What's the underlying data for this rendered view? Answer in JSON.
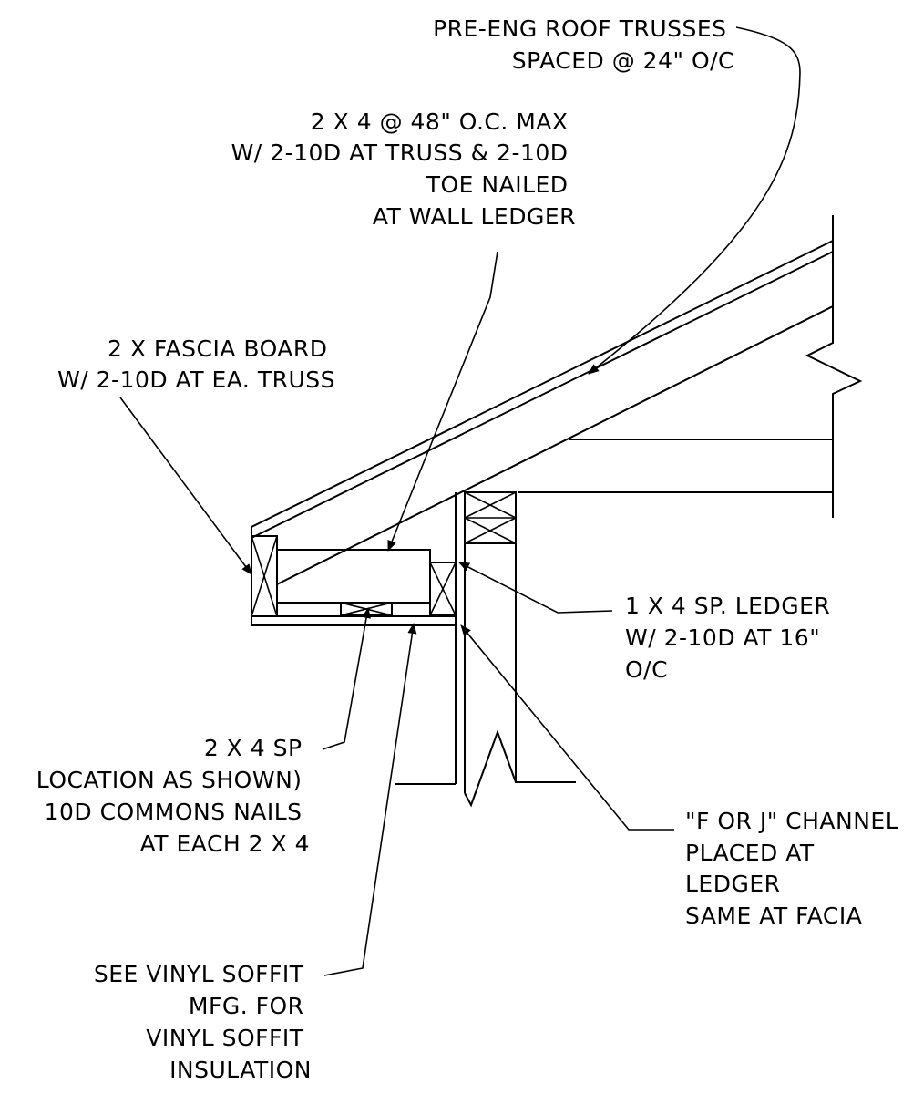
{
  "callouts": {
    "trusses": [
      "PRE-ENG ROOF TRUSSES",
      "SPACED @ 24\" O/C"
    ],
    "blocking": [
      "2 X 4 @ 48\" O.C. MAX",
      "W/ 2-10D AT TRUSS & 2-10D",
      "TOE NAILED",
      "AT WALL LEDGER"
    ],
    "fascia": [
      "2 X  FASCIA BOARD",
      "W/ 2-10D AT EA. TRUSS"
    ],
    "ledger": [
      "1 X 4 SP. LEDGER",
      "W/ 2-10D AT 16\"",
      "O/C"
    ],
    "sp_block": [
      "2 X 4 SP",
      "LOCATION AS SHOWN)",
      "10D COMMONS NAILS",
      "AT EACH 2 X 4"
    ],
    "channel": [
      "\"F OR J\" CHANNEL",
      "PLACED AT",
      "LEDGER",
      "SAME AT FACIA"
    ],
    "soffit": [
      "SEE VINYL SOFFIT",
      "MFG. FOR",
      "VINYL SOFFIT",
      "INSULATION"
    ]
  }
}
